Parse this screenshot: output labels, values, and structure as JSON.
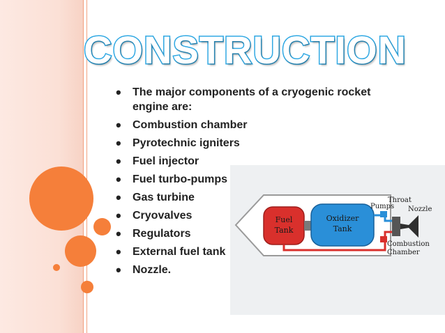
{
  "slide": {
    "title": "CONSTRUCTION",
    "bullets": [
      "The major components of a cryogenic rocket engine are:",
      "Combustion chamber",
      "Pyrotechnic igniters",
      "Fuel injector",
      "Fuel turbo-pumps",
      "Gas turbine",
      "Cryovalves",
      "Regulators",
      "External fuel tank",
      "Nozzle."
    ],
    "bullet_char": "•"
  },
  "diagram": {
    "fuel_tank": [
      "Fuel",
      "Tank"
    ],
    "oxidizer_tank": [
      "Oxidizer",
      "Tank"
    ],
    "pumps": "Pumps",
    "throat": "Throat",
    "nozzle": "Nozzle",
    "combustion_chamber": [
      "Combustion",
      "Chamber"
    ]
  },
  "colors": {
    "accent_orange": "#f57f3a",
    "title_stroke": "#2fa8e3",
    "fuel_tank_red": "#d9302c",
    "oxidizer_blue": "#2a8fd8"
  }
}
